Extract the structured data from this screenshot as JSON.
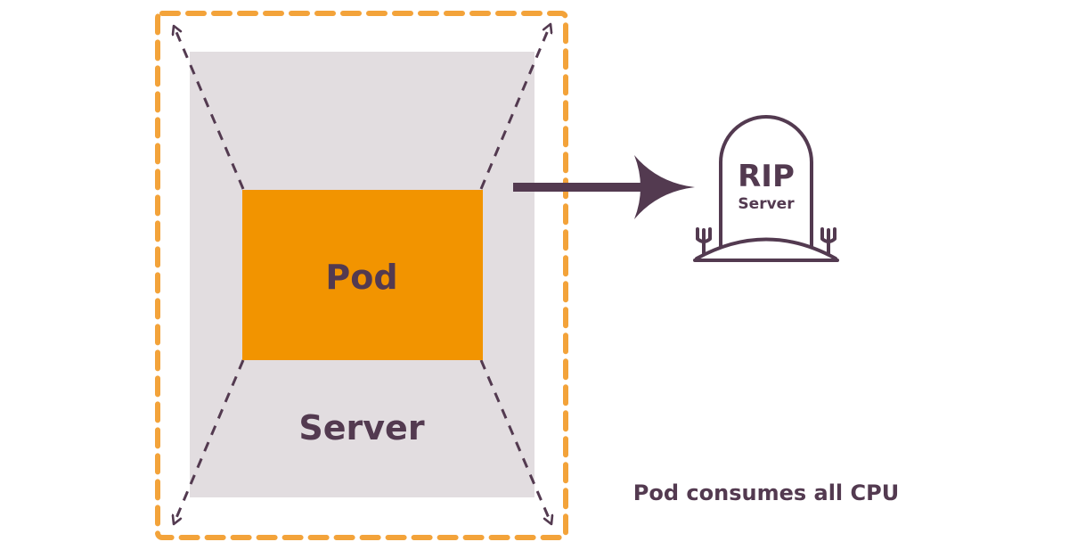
{
  "diagram": {
    "pod_label": "Pod",
    "server_label": "Server",
    "tombstone": {
      "title": "RIP",
      "subtitle": "Server"
    },
    "caption": "Pod consumes all CPU"
  },
  "colors": {
    "dark": "#533a50",
    "pod_fill": "#f29400",
    "server_fill": "#e2dde0",
    "dashed_border": "#f3a33a",
    "background": "#ffffff"
  }
}
